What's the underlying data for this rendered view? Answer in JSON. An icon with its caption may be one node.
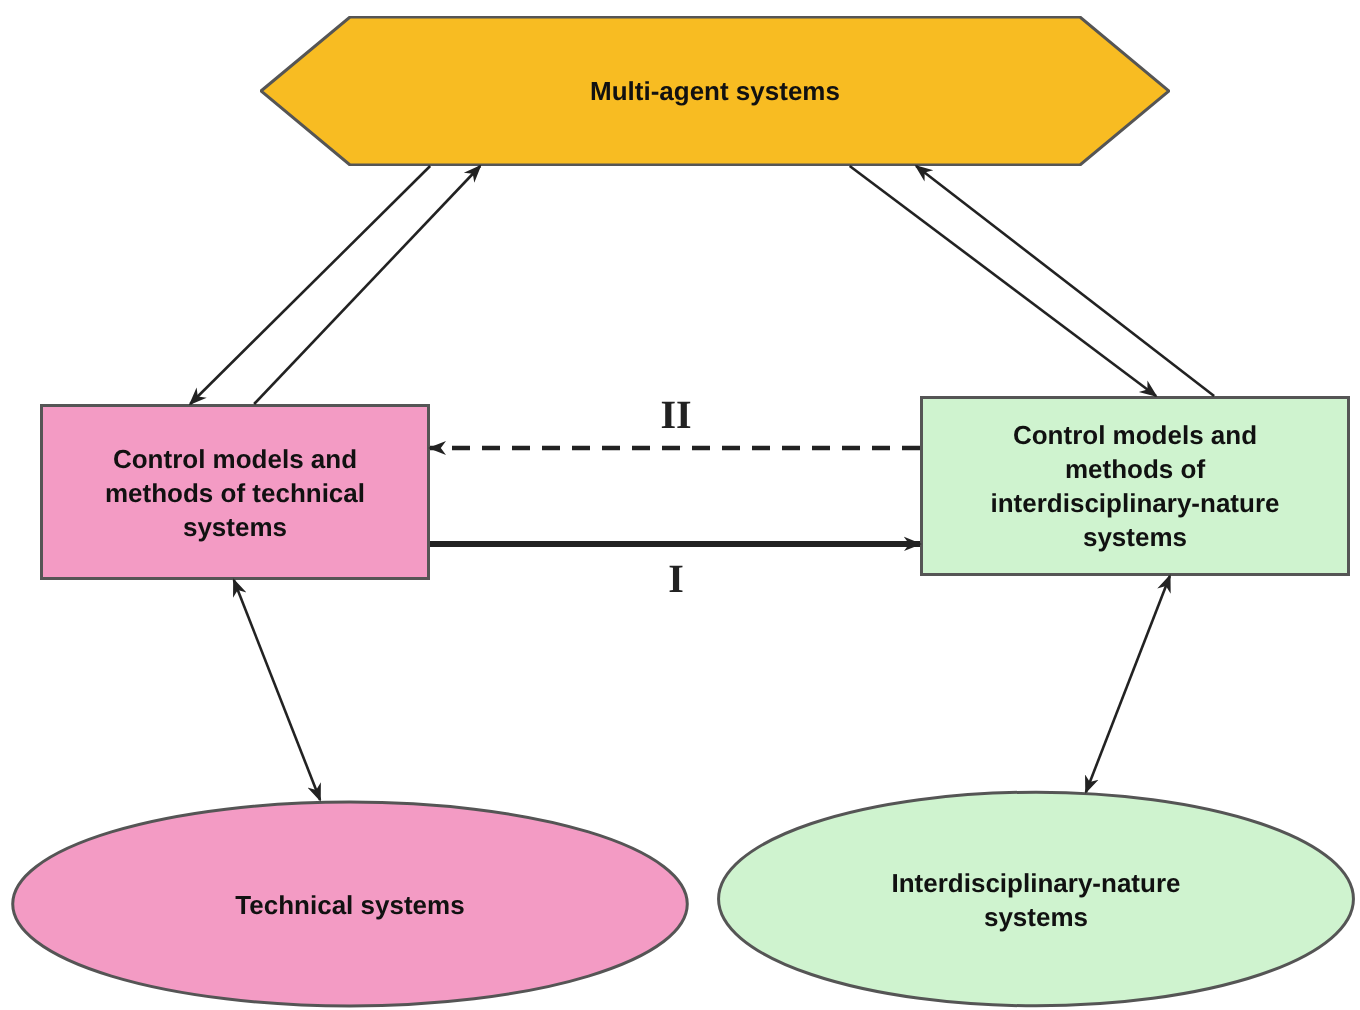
{
  "diagram": {
    "nodes": [
      {
        "text": [
          "Multi-agent systems"
        ]
      },
      {
        "text": [
          "Control models and methods of technical systems"
        ]
      },
      {
        "text": [
          "Control models and methods of interdisciplinary-nature systems"
        ]
      },
      {
        "text": [
          "Technical systems"
        ]
      },
      {
        "text": [
          "Interdisciplinary-nature systems"
        ]
      }
    ],
    "edges": [
      {
        "from": 0,
        "to": 1,
        "arrow": "to"
      },
      {
        "from": 1,
        "to": 0,
        "arrow": "to"
      },
      {
        "from": 0,
        "to": 2,
        "arrow": "to"
      },
      {
        "from": 2,
        "to": 0,
        "arrow": "to"
      },
      {
        "from": 2,
        "to": 1,
        "arrow": "to",
        "label": "II",
        "style": "dashed"
      },
      {
        "from": 1,
        "to": 2,
        "arrow": "to",
        "label": "I",
        "style": "thick"
      },
      {
        "from": 1,
        "to": 3,
        "arrow": "both"
      },
      {
        "from": 2,
        "to": 4,
        "arrow": "both"
      }
    ]
  }
}
